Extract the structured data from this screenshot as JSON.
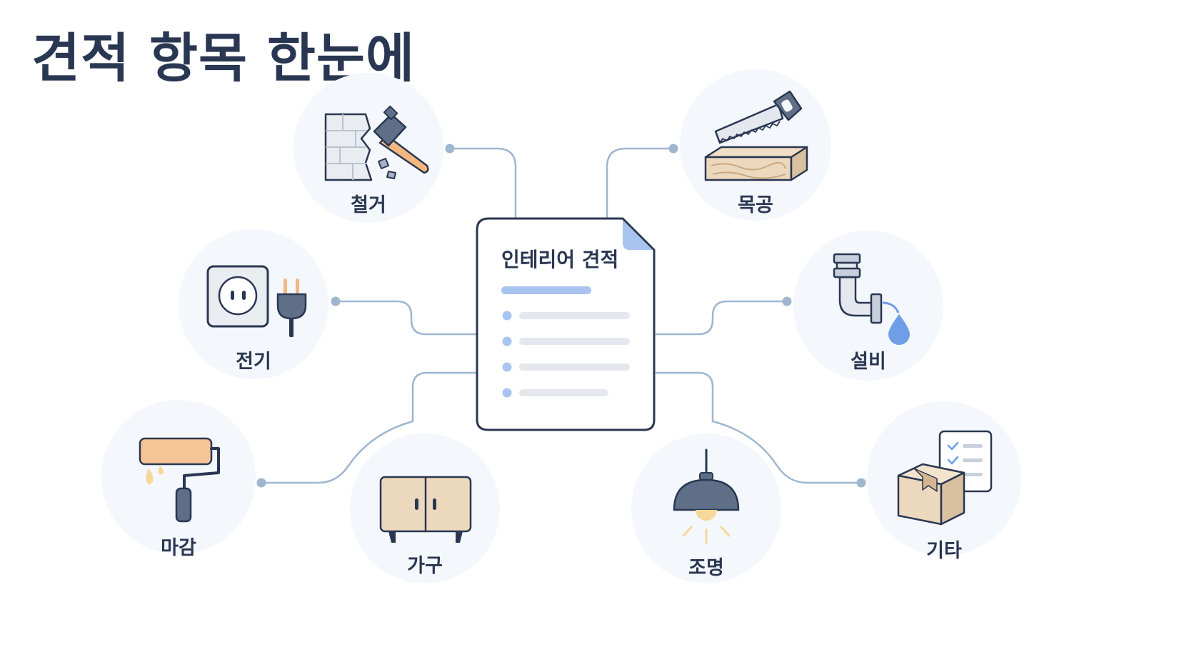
{
  "title": "견적 항목 한눈에",
  "document": {
    "title": "인테리어 견적"
  },
  "categories": [
    {
      "id": "demolition",
      "label": "철거",
      "icon": "demolition-wall-hammer-icon"
    },
    {
      "id": "carpentry",
      "label": "목공",
      "icon": "saw-wood-plank-icon"
    },
    {
      "id": "electrical",
      "label": "전기",
      "icon": "outlet-plug-icon"
    },
    {
      "id": "plumbing",
      "label": "설비",
      "icon": "pipe-water-drop-icon"
    },
    {
      "id": "finishing",
      "label": "마감",
      "icon": "paint-roller-icon"
    },
    {
      "id": "furniture",
      "label": "가구",
      "icon": "cabinet-icon"
    },
    {
      "id": "lighting",
      "label": "조명",
      "icon": "pendant-lamp-icon"
    },
    {
      "id": "others",
      "label": "기타",
      "icon": "box-checklist-icon"
    }
  ],
  "colors": {
    "text": "#2a3752",
    "line": "#9fb6cf",
    "circle": "#f4f7fb",
    "accent": "#a9c4ee",
    "wood": "#ecd8bd",
    "roller": "#f6c597"
  }
}
